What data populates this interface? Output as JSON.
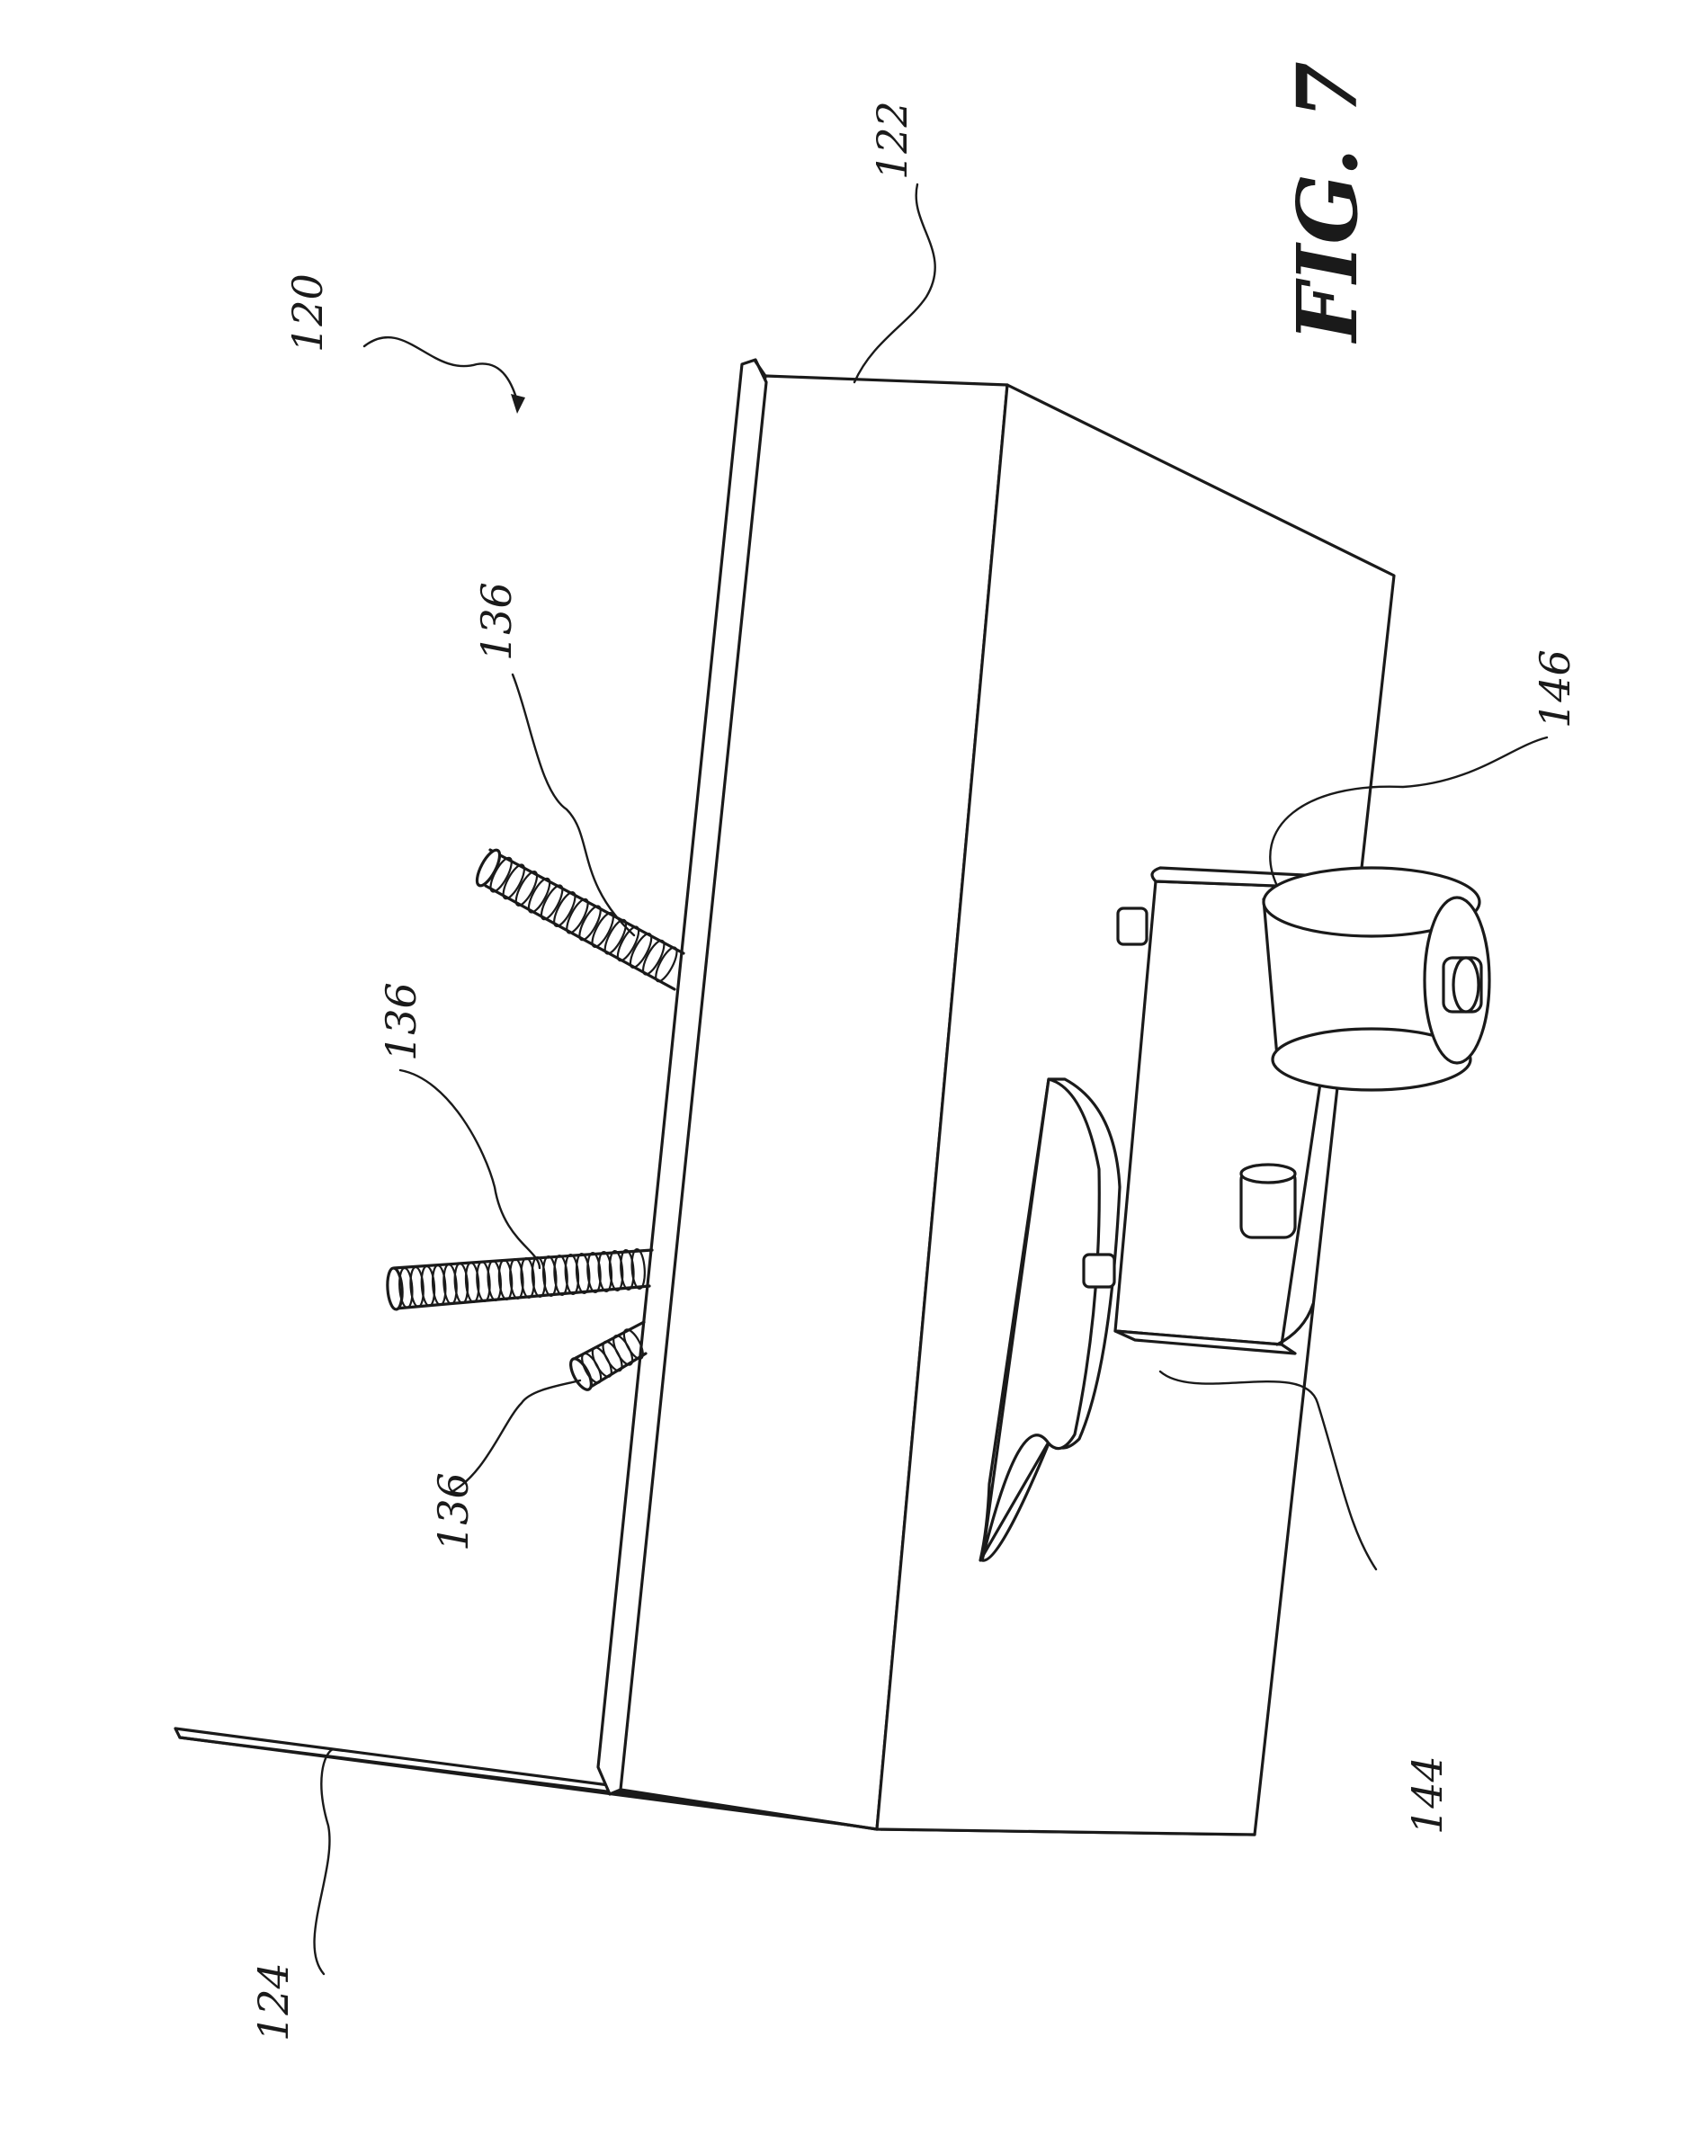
{
  "figure": {
    "label": "FIG. 7"
  },
  "refs": {
    "r120": "120",
    "r122": "122",
    "r124": "124",
    "r136a": "136",
    "r136b": "136",
    "r136c": "136",
    "r144": "144",
    "r146": "146"
  },
  "colors": {
    "ink": "#1a1a1a",
    "paper": "#ffffff"
  }
}
